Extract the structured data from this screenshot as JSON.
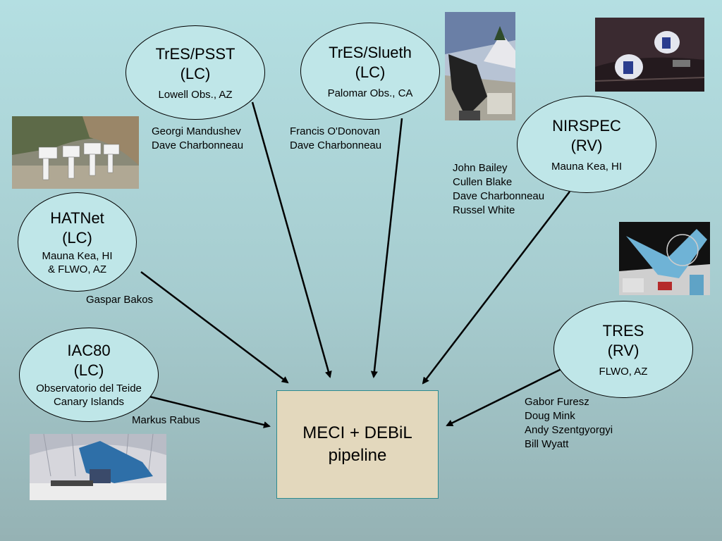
{
  "nodes": {
    "tres_psst": {
      "title": "TrES/PSST",
      "subtitle": "(LC)",
      "location": "Lowell Obs., AZ",
      "people": "Georgi Mandushev\nDave Charbonneau"
    },
    "tres_slueth": {
      "title": "TrES/Slueth",
      "subtitle": "(LC)",
      "location": "Palomar Obs., CA",
      "people": "Francis O'Donovan\nDave Charbonneau"
    },
    "nirspec": {
      "title": "NIRSPEC",
      "subtitle": "(RV)",
      "location": "Mauna Kea, HI",
      "people": "John Bailey\nCullen Blake\nDave Charbonneau\nRussel White"
    },
    "hatnet": {
      "title": "HATNet",
      "subtitle": "(LC)",
      "location": "Mauna Kea, HI\n& FLWO, AZ",
      "people": "Gaspar Bakos"
    },
    "iac80": {
      "title": "IAC80",
      "subtitle": "(LC)",
      "location": "Observatorio del Teide\nCanary Islands",
      "people": "Markus Rabus"
    },
    "tres": {
      "title": "TRES",
      "subtitle": "(RV)",
      "location": "FLWO, AZ",
      "people": "Gabor Furesz\nDoug Mink\nAndy Szentgyorgyi\nBill Wyatt"
    }
  },
  "pipeline": {
    "label": "MECI + DEBiL\npipeline"
  },
  "colors": {
    "background": "#b4dfe2",
    "node_fill": "#bfe6e8",
    "pipeline_fill": "#e3d8bd",
    "pipeline_border": "#2e8a8e"
  },
  "photos": [
    "hatnet-telescopes-photo",
    "palomar-telescope-photo",
    "mauna-kea-domes-photo",
    "tres-telescope-photo",
    "iac80-telescope-photo"
  ]
}
